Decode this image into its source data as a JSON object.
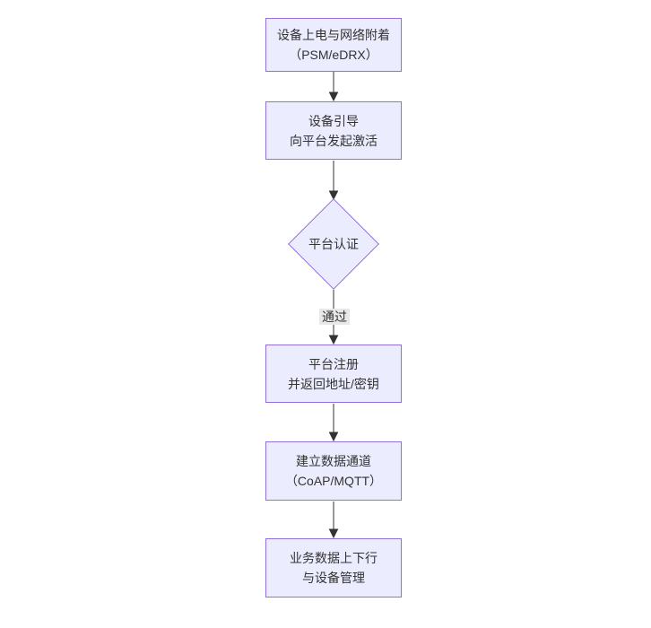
{
  "diagram": {
    "type": "flowchart-vertical",
    "nodes": [
      {
        "id": "power-attach",
        "shape": "rect",
        "line1": "设备上电与网络附着",
        "line2": "（PSM/eDRX）"
      },
      {
        "id": "bootstrap",
        "shape": "rect",
        "line1": "设备引导",
        "line2": "向平台发起激活"
      },
      {
        "id": "platform-auth",
        "shape": "diamond",
        "line1": "平台认证"
      },
      {
        "id": "register",
        "shape": "rect",
        "line1": "平台注册",
        "line2": "并返回地址/密钥"
      },
      {
        "id": "data-channel",
        "shape": "rect",
        "line1": "建立数据通道",
        "line2": "（CoAP/MQTT）"
      },
      {
        "id": "business",
        "shape": "rect",
        "line1": "业务数据上下行",
        "line2": "与设备管理"
      }
    ],
    "edges": [
      {
        "from": "power-attach",
        "to": "bootstrap",
        "label": ""
      },
      {
        "from": "bootstrap",
        "to": "platform-auth",
        "label": ""
      },
      {
        "from": "platform-auth",
        "to": "register",
        "label": "通过"
      },
      {
        "from": "register",
        "to": "data-channel",
        "label": ""
      },
      {
        "from": "data-channel",
        "to": "business",
        "label": ""
      }
    ],
    "edge_label": "通过",
    "colors": {
      "node_fill": "#ECECFF",
      "node_border": "#9370DB",
      "text_color": "#333333",
      "arrow_color": "#333333",
      "edge_label_bg": "#e8e8e8"
    }
  }
}
